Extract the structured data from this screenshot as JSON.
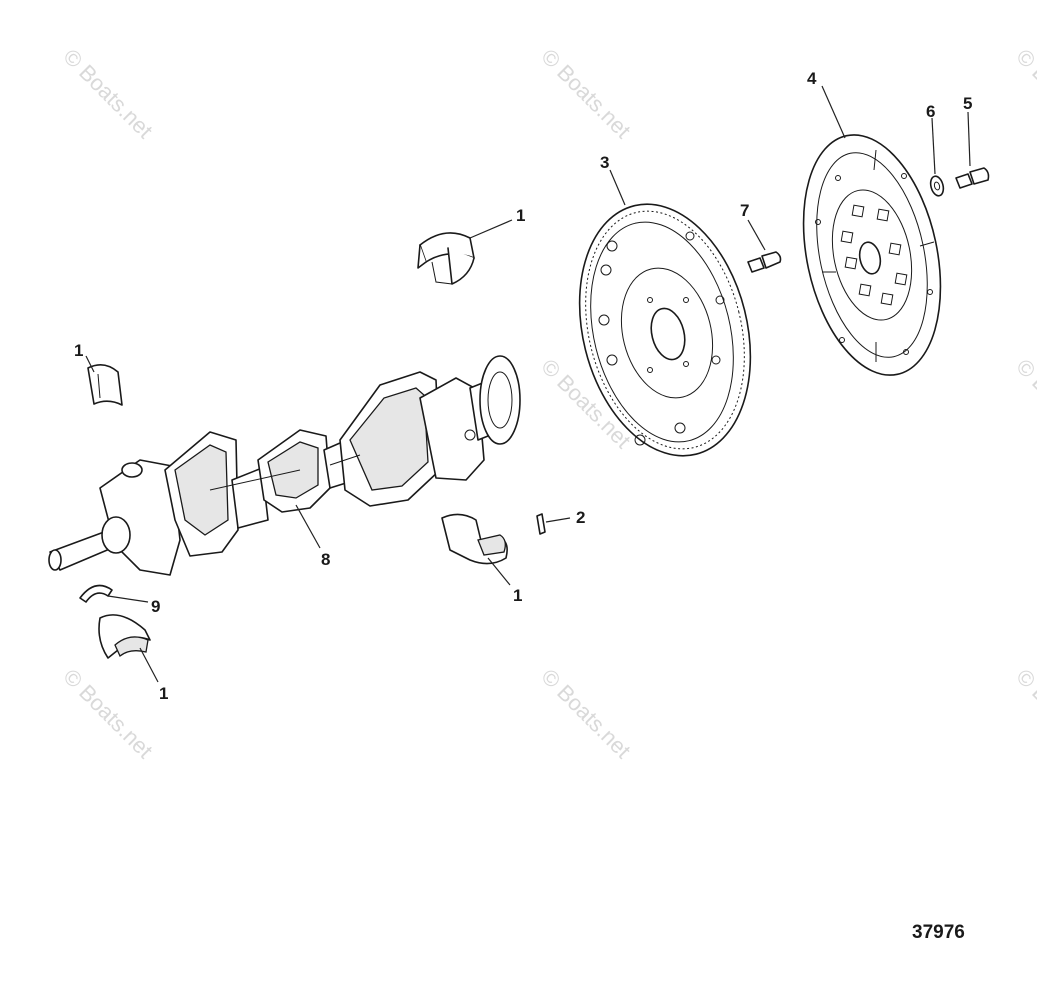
{
  "watermark_text": "© Boats.net",
  "figure_number": "37976",
  "callouts": {
    "bearing_upper_center": "1",
    "bearing_left_top": "1",
    "bearing_lower_center": "1",
    "bearing_bottom_left": "1",
    "dowel_pin": "2",
    "flywheel": "3",
    "coupler": "4",
    "coupler_bolt": "5",
    "washer": "6",
    "flywheel_bolt": "7",
    "crankshaft": "8",
    "thrust_washer": "9"
  }
}
